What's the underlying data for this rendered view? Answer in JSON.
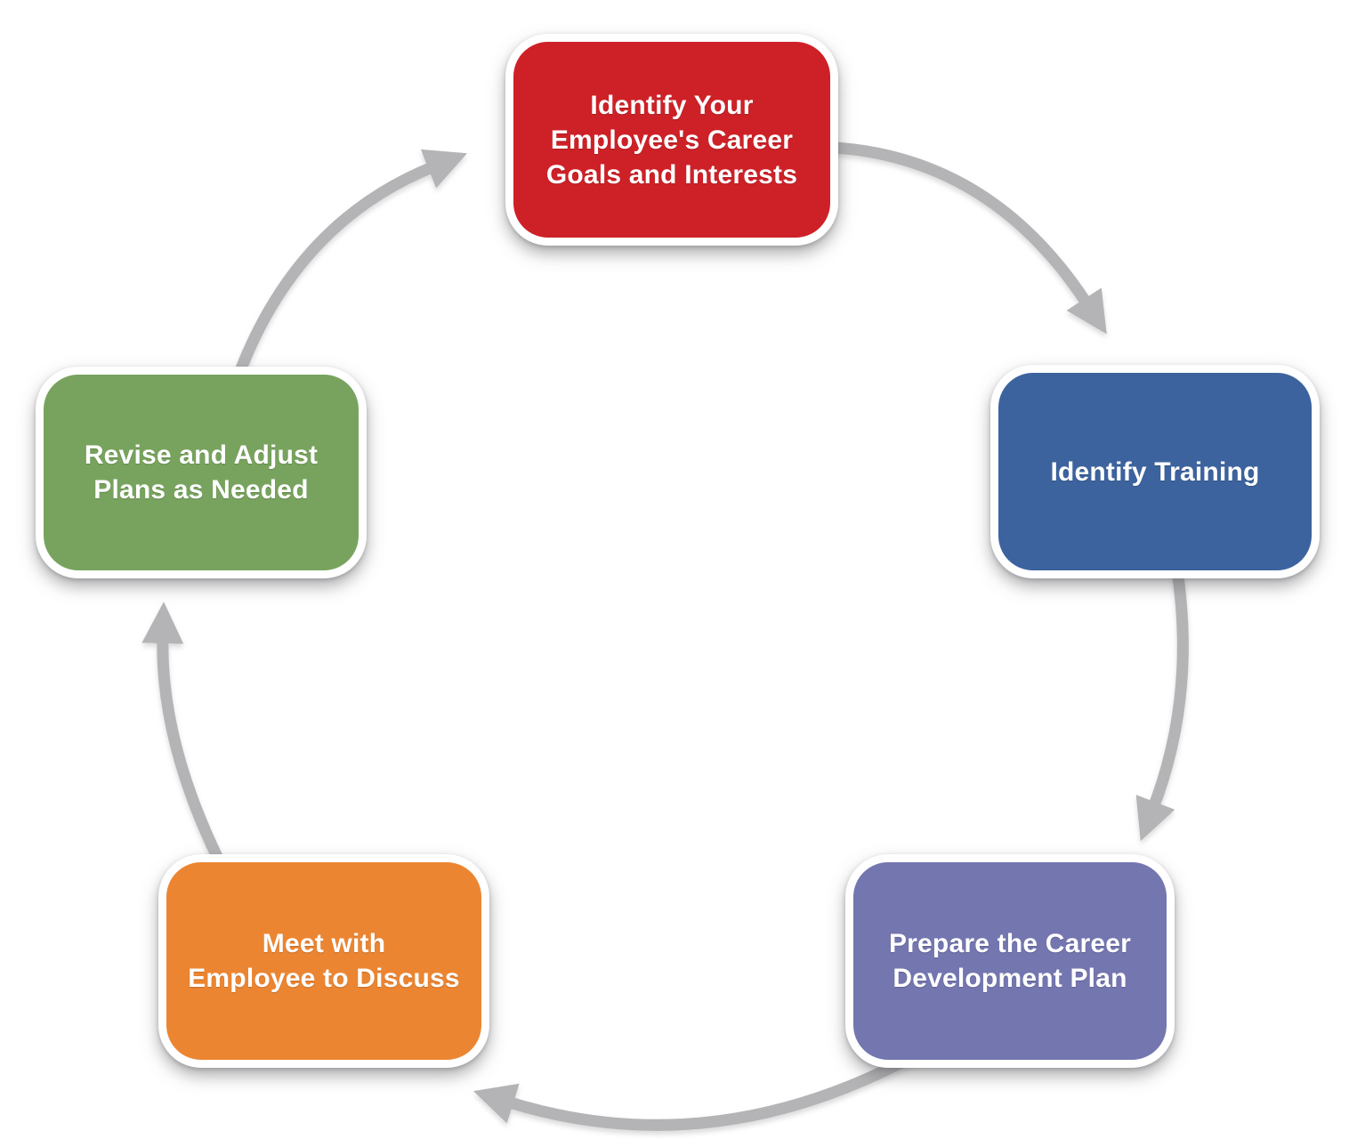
{
  "diagram": {
    "background_color": "#ffffff",
    "arrow_color": "#b4b4b6",
    "text_color": "#ffffff",
    "nodes": [
      {
        "id": "identify-goals",
        "color": "#ce2127",
        "label": "Identify Your\nEmployee's Career\nGoals and Interests"
      },
      {
        "id": "identify-training",
        "color": "#3c639e",
        "label": "Identify Training"
      },
      {
        "id": "prepare-plan",
        "color": "#7476b0",
        "label": "Prepare the Career\nDevelopment Plan"
      },
      {
        "id": "meet-employee",
        "color": "#ec8531",
        "label": "Meet with\nEmployee to Discuss"
      },
      {
        "id": "revise-plans",
        "color": "#78a35e",
        "label": "Revise and Adjust\nPlans as Needed"
      }
    ]
  }
}
